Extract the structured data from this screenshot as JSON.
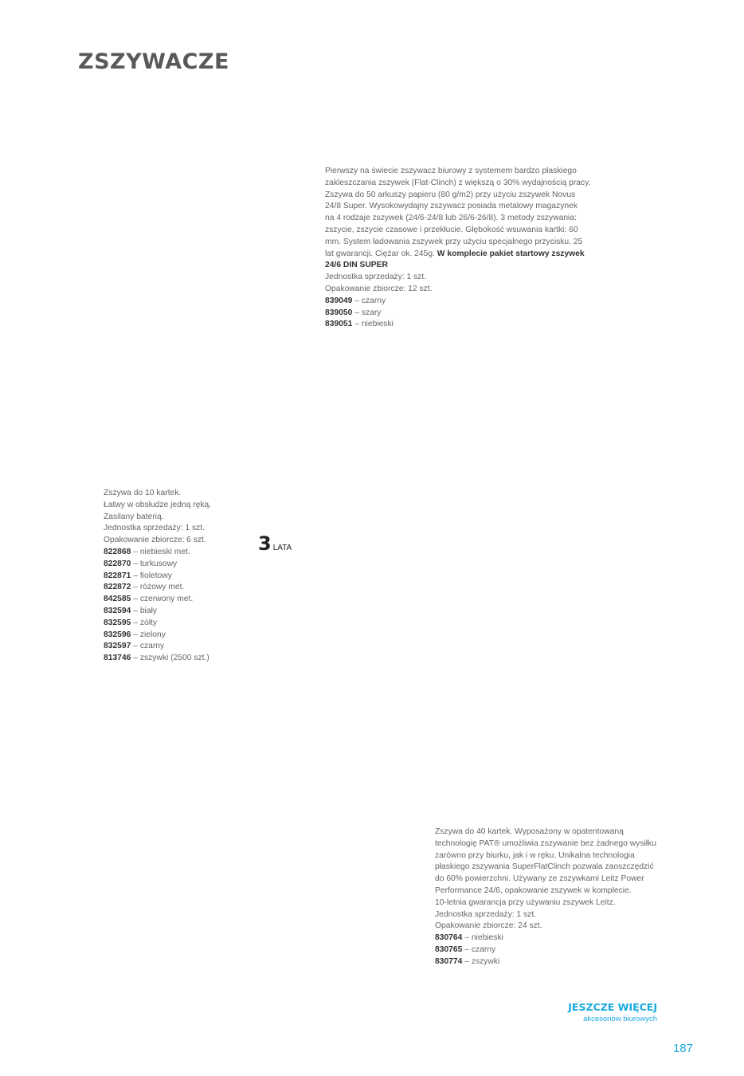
{
  "page": {
    "title": "ZSZYWACZE",
    "page_number": "187"
  },
  "product_1": {
    "desc_lines": [
      "Pierwszy na świecie zszywacz biurowy z systemem bardzo płaskiego",
      "zakleszczania zszywek (Flat-Clinch) z większą o 30% wydajnością pracy.",
      "Zszywa do 50 arkuszy papieru (80 g/m2) przy użyciu zszywek Novus",
      "24/8 Super. Wysokowydajny zszywacz posiada metalowy magazynek",
      "na 4 rodzaje zszywek (24/6-24/8 lub 26/6-26/8). 3 metody zszywania:",
      "zszycie, zszycie czasowe i przekłucie. Głębokość wsuwania kartki: 60",
      "mm. System ładowania zszywek przy użyciu specjalnego przycisku. 25"
    ],
    "last_line_plain": "lat gwarancji. Ciężar ok. 245g. ",
    "last_line_bold": "W komplecie pakiet startowy zszywek",
    "bold_continuation": "24/6 DIN SUPER",
    "unit_sale": "Jednostka sprzedaży: 1 szt.",
    "bulk_pack": "Opakowanie zbiorcze: 12 szt.",
    "variants": [
      {
        "code": "839049",
        "label": " – czarny"
      },
      {
        "code": "839050",
        "label": " – szary"
      },
      {
        "code": "839051",
        "label": " – niebieski"
      }
    ]
  },
  "product_2": {
    "desc_lines": [
      "Zszywa do 10 kartek.",
      "Łatwy w obsłudze jedną ręką.",
      "Zasilany baterią.",
      "Jednostka sprzedaży: 1 szt.",
      "Opakowanie zbiorcze: 6 szt."
    ],
    "variants": [
      {
        "code": "822868",
        "label": " – niebieski met."
      },
      {
        "code": "822870",
        "label": " – turkusowy"
      },
      {
        "code": "822871",
        "label": " – fioletowy"
      },
      {
        "code": "822872",
        "label": " – różowy met."
      },
      {
        "code": "842585",
        "label": " – czerwony met."
      },
      {
        "code": "832594",
        "label": " – biały"
      },
      {
        "code": "832595",
        "label": " – żółty"
      },
      {
        "code": "832596",
        "label": " – zielony"
      },
      {
        "code": "832597",
        "label": " – czarny"
      },
      {
        "code": "813746",
        "label": " – zszywki (2500 szt.)"
      }
    ],
    "warranty_number": "3",
    "warranty_unit": "LATA"
  },
  "product_3": {
    "desc_lines": [
      "Zszywa do 40 kartek. Wyposażony w opatentowaną",
      "technologię PAT® umożliwia zszywanie bez żadnego wysiłku",
      "zarówno przy biurku, jak i w ręku. Unikalna technologia",
      "płaskiego zszywania SuperFlatClinch pozwala zaoszczędzić",
      "do 60% powierzchni. Używany ze zszywkami Leitz Power",
      "Performance 24/6, opakowanie zszywek w komplecie.",
      "10-letnia gwarancja przy używaniu zszywek Leitz.",
      "Jednostka sprzedaży: 1 szt.",
      "Opakowanie zbiorcze: 24 szt."
    ],
    "variants": [
      {
        "code": "830764",
        "label": " – niebieski"
      },
      {
        "code": "830765",
        "label": " – czarny"
      },
      {
        "code": "830774",
        "label": " – zszywki"
      }
    ]
  },
  "footer": {
    "more_title": "JESZCZE WIĘCEJ",
    "more_subtitle": "akcesoriów biurowych"
  },
  "colors": {
    "accent": "#1aa9de",
    "title": "#58595b",
    "body_text": "#666666",
    "code_text": "#333333"
  }
}
